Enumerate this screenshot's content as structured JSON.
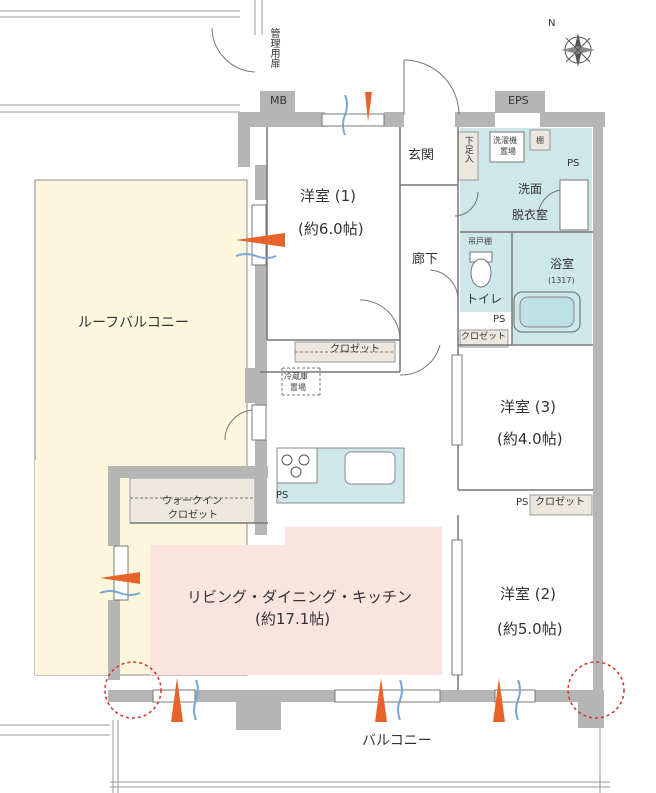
{
  "plan": {
    "compass_label": "N",
    "rooms": {
      "western1_name": "洋室 (1)",
      "western1_size": "(約6.0帖)",
      "western2_name": "洋室 (2)",
      "western2_size": "(約5.0帖)",
      "western3_name": "洋室 (3)",
      "western3_size": "(約4.0帖)",
      "ldk_name": "リビング・ダイニング・キッチン",
      "ldk_size": "(約17.1帖)",
      "entrance": "玄関",
      "hallway": "廊下",
      "washroom_l1": "洗面",
      "washroom_l2": "脱衣室",
      "bathroom": "浴室",
      "bathroom_size": "(1317)",
      "toilet": "トイレ",
      "roof_balcony": "ルーフバルコニー",
      "balcony": "バルコニー",
      "walkin_l1": "ウォークイン",
      "walkin_l2": "クロゼット",
      "closet_w1": "クロゼット",
      "closet_w2": "クロゼット",
      "closet_w3": "クロゼット"
    },
    "fixtures": {
      "mb": "MB",
      "eps": "EPS",
      "ps": "PS",
      "mgmt_door": "管理用扉",
      "shoe_box": "下足入",
      "washer_l1": "洗濯機",
      "washer_l2": "置場",
      "shelf": "棚",
      "cabinet": "吊戸棚",
      "fridge_l1": "冷蔵庫",
      "fridge_l2": "置場"
    }
  }
}
